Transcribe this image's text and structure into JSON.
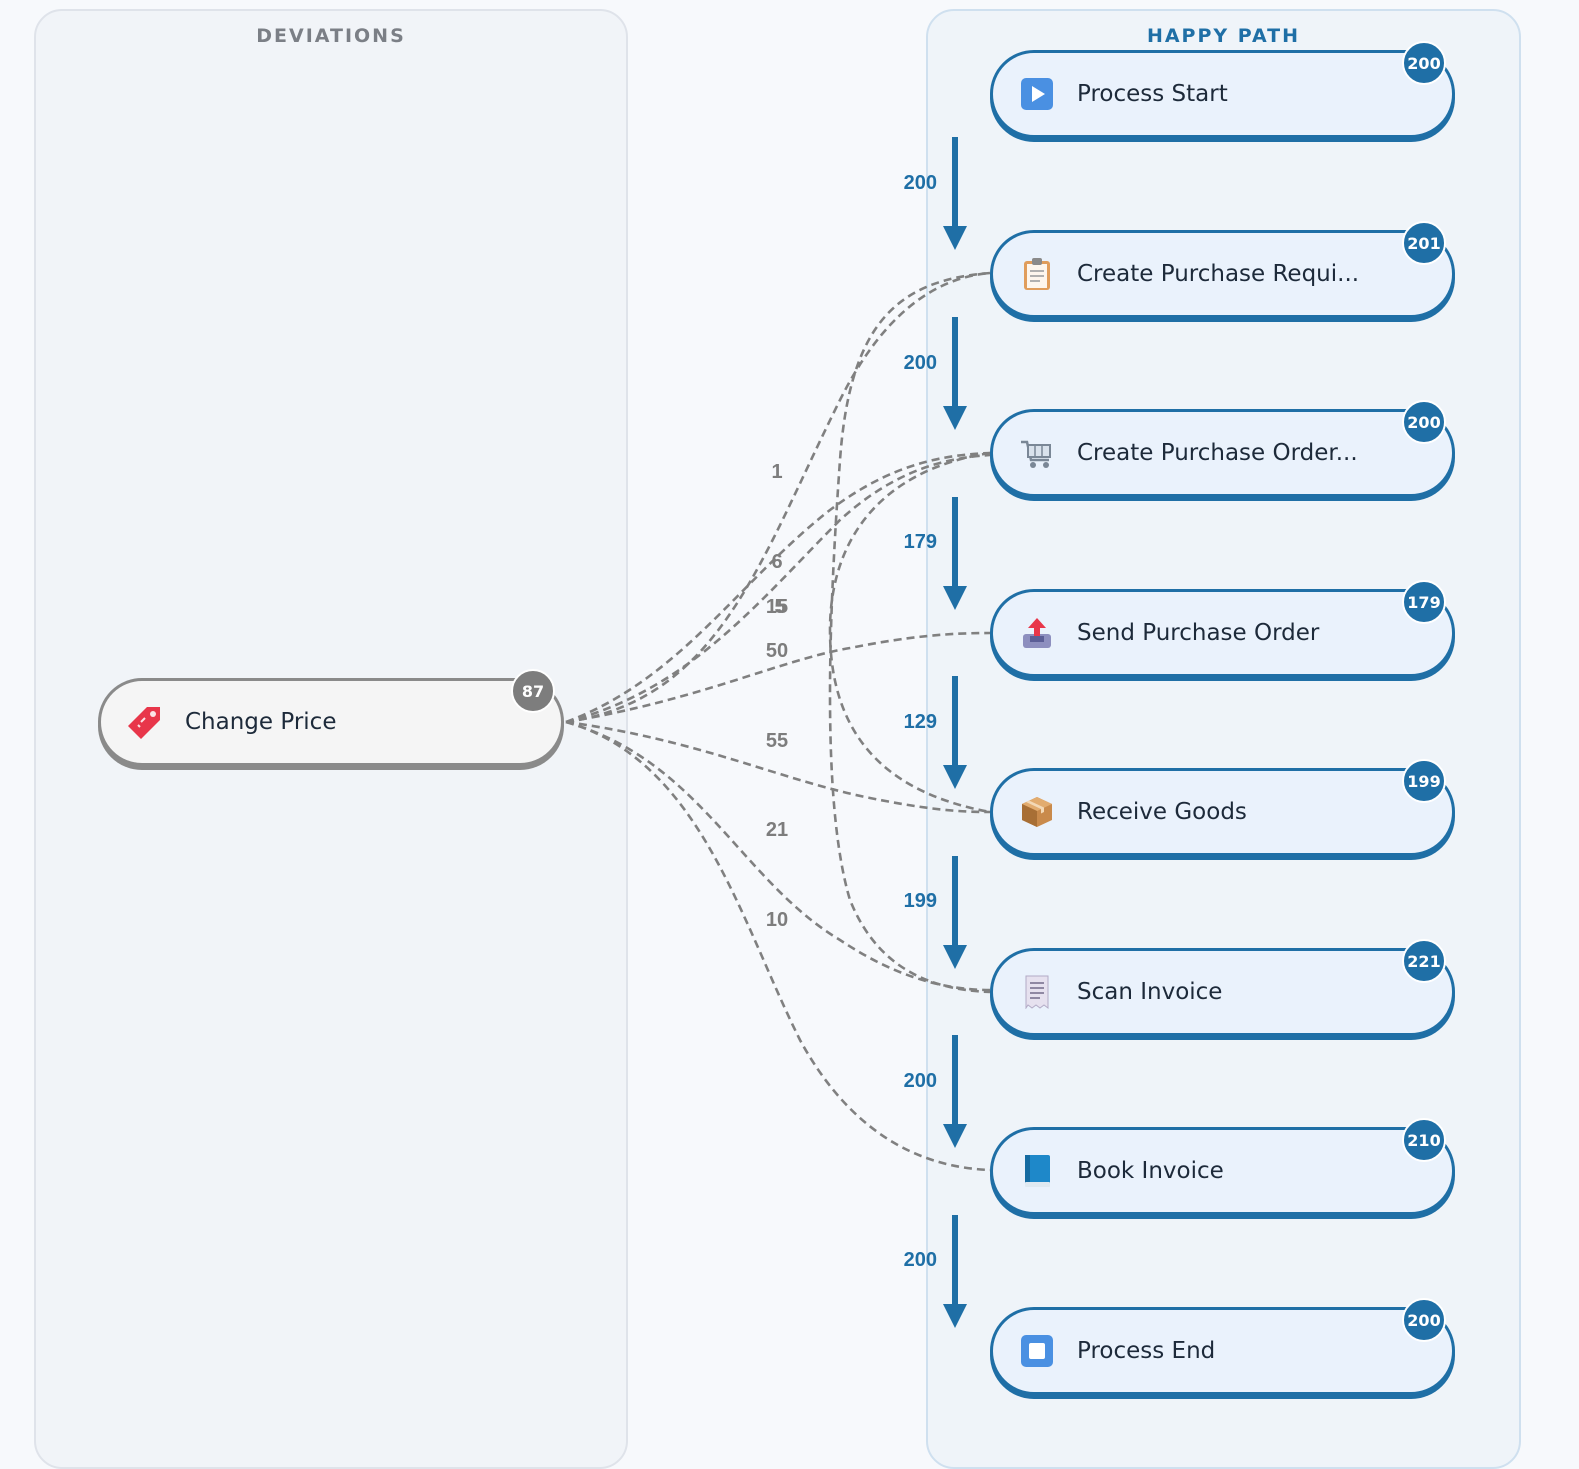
{
  "lanes": {
    "deviations_title": "DEVIATIONS",
    "happy_title": "HAPPY PATH"
  },
  "happy_path": [
    {
      "label": "Process Start",
      "count": "200",
      "icon": "play-icon"
    },
    {
      "label": "Create Purchase Requi...",
      "count": "201",
      "icon": "clipboard-icon"
    },
    {
      "label": "Create Purchase Order...",
      "count": "200",
      "icon": "shopping-cart-icon"
    },
    {
      "label": "Send Purchase Order",
      "count": "179",
      "icon": "outbox-tray-icon"
    },
    {
      "label": "Receive Goods",
      "count": "199",
      "icon": "package-icon"
    },
    {
      "label": "Scan Invoice",
      "count": "221",
      "icon": "receipt-icon"
    },
    {
      "label": "Book Invoice",
      "count": "210",
      "icon": "blue-book-icon"
    },
    {
      "label": "Process End",
      "count": "200",
      "icon": "stop-icon"
    }
  ],
  "happy_edges": [
    "200",
    "200",
    "179",
    "129",
    "199",
    "200",
    "200"
  ],
  "deviation": {
    "label": "Change Price",
    "count": "87",
    "icon": "price-tag-icon"
  },
  "deviation_edges": [
    {
      "label": "1",
      "target": 1
    },
    {
      "label": "6",
      "target": 2
    },
    {
      "label": "15",
      "target": 2
    },
    {
      "label": "5",
      "target": 4
    },
    {
      "label": "50",
      "target": 3
    },
    {
      "label": "55",
      "target": 4
    },
    {
      "label": "21",
      "target": 5
    },
    {
      "label": "10",
      "target": 6
    }
  ],
  "colors": {
    "happy": "#1f6fa6",
    "deviation": "#7d7d7d",
    "edge_dashed": "#808080"
  }
}
